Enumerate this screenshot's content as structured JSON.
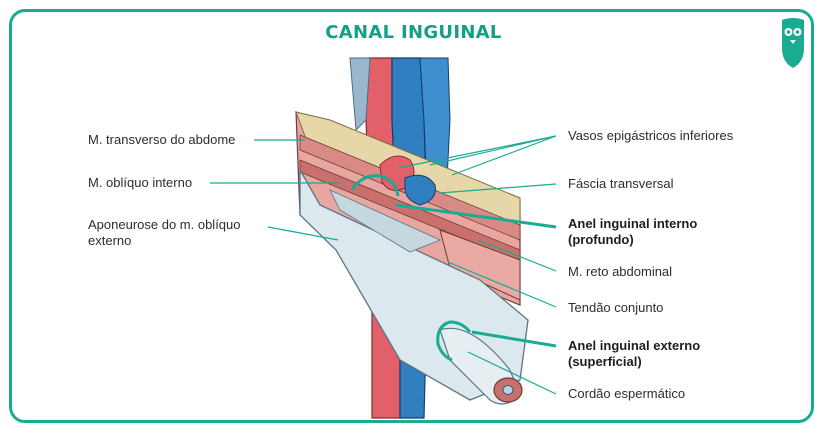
{
  "title": "CANAL INGUINAL",
  "labels": {
    "transverso": "M. transverso do abdome",
    "obliquo_interno": "M. oblíquo interno",
    "aponeurose_line1": "Aponeurose do m. oblíquo",
    "aponeurose_line2": "externo",
    "vasos": "Vasos epigástricos inferiores",
    "fascia": "Fáscia transversal",
    "anel_interno_line1": "Anel inguinal interno",
    "anel_interno_line2": "(profundo)",
    "reto": "M. reto abdominal",
    "tendao": "Tendão conjunto",
    "anel_externo_line1": "Anel inguinal externo",
    "anel_externo_line2": "(superficial)",
    "cordao": "Cordão espermático"
  },
  "colors": {
    "accent": "#1aab93",
    "artery": "#e2606a",
    "vein": "#2f7fc1",
    "muscle": "#e8a6a0",
    "aponeurosis": "#d9e8ee",
    "fat": "#e6d6a8"
  },
  "icons": {
    "logo": "owl-logo-icon"
  }
}
